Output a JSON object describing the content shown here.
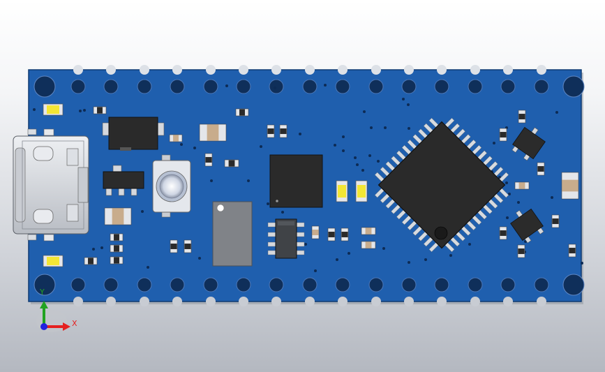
{
  "colors": {
    "background_top": "#ffffff",
    "background_bottom": "#b4b8c0",
    "pcb": "#1f5fae",
    "pcb_edge": "#0f3a72",
    "pad_dark": "#0f2f5a",
    "pad_light": "#dfe3ea",
    "ic_body": "#2b2b2b",
    "metal": "#d3d6db",
    "led_yellow": "#f3e634",
    "passive_tan": "#c8ac8c",
    "axis_x": "#e52020",
    "axis_y": "#21a321",
    "axis_z": "#2222e0"
  },
  "triad": {
    "x_label": "X",
    "y_label": "Y"
  },
  "components": {
    "board": "pcb-board",
    "connector": "usb-c-connector",
    "button": "tactile-button",
    "mcu": "mcu-qfp",
    "flash": "flash-chip",
    "crystal": "crystal-oscillator",
    "regulator": "voltage-regulator",
    "diode": "schottky-diode"
  }
}
